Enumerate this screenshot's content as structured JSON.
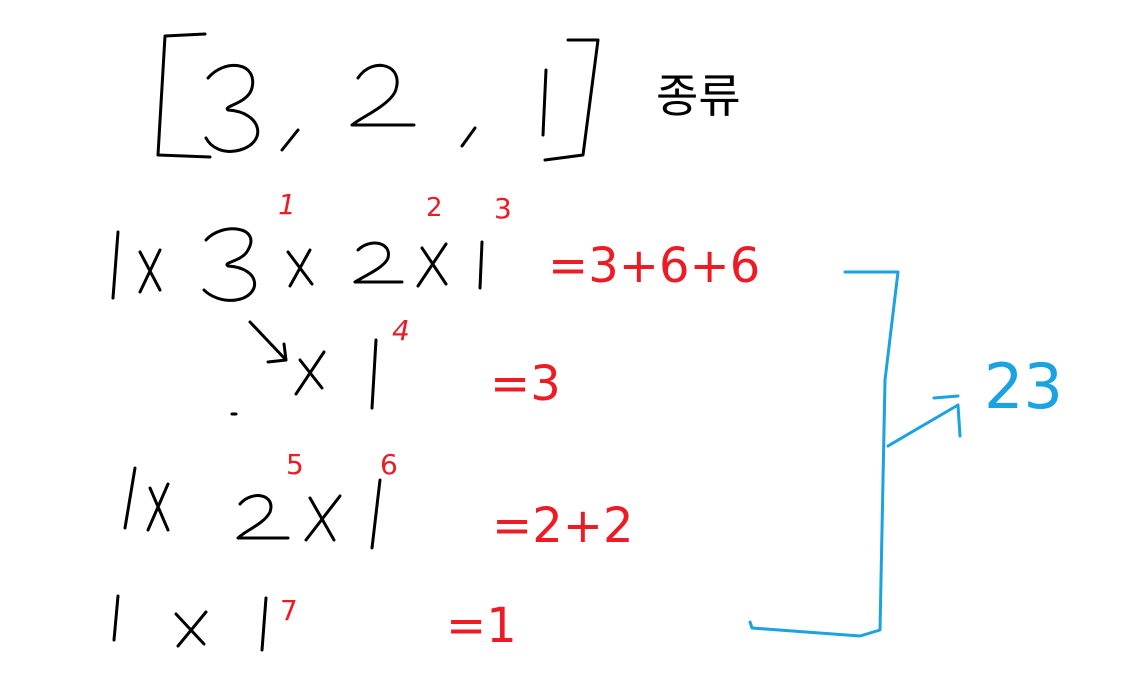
{
  "header": {
    "array_open": "[",
    "values": [
      "3",
      ",",
      "2",
      ",",
      "1",
      "]"
    ],
    "kind_label": "종류"
  },
  "rows": [
    {
      "expr": "1 x 3 x 2 x 1",
      "markers": [
        "1",
        "2",
        "3"
      ],
      "result": "=3+6+6"
    },
    {
      "expr": "↘ x 1",
      "markers": [
        "4"
      ],
      "result": "=3"
    },
    {
      "expr": "1 x 2 x 1",
      "markers": [
        "5",
        "6"
      ],
      "result": "=2+2"
    },
    {
      "expr": "1 x 1",
      "markers": [
        "7"
      ],
      "result": "=1"
    }
  ],
  "total": {
    "arrow": "→",
    "value": "23"
  },
  "colors": {
    "ink": "#000000",
    "red": "#ed1c24",
    "blue": "#1aa3e0"
  }
}
